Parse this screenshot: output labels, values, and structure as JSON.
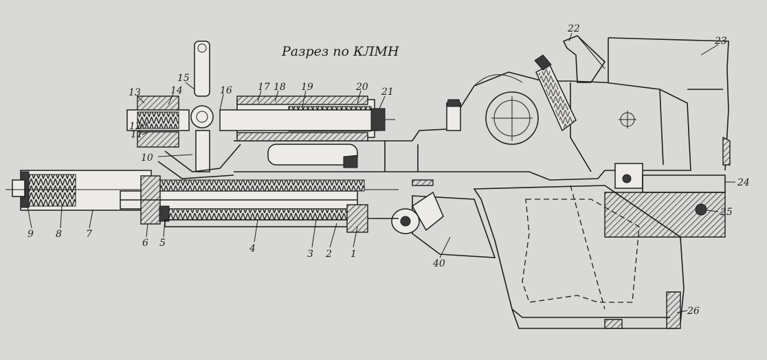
{
  "caption": "Разрез по КЛМН",
  "callouts": [
    {
      "id": "c1",
      "text": "1"
    },
    {
      "id": "c2",
      "text": "2"
    },
    {
      "id": "c3",
      "text": "3"
    },
    {
      "id": "c4",
      "text": "4"
    },
    {
      "id": "c5",
      "text": "5"
    },
    {
      "id": "c6",
      "text": "6"
    },
    {
      "id": "c7",
      "text": "7"
    },
    {
      "id": "c8",
      "text": "8"
    },
    {
      "id": "c9",
      "text": "9"
    },
    {
      "id": "c10",
      "text": "10"
    },
    {
      "id": "c11",
      "text": "11"
    },
    {
      "id": "c12",
      "text": "12"
    },
    {
      "id": "c13",
      "text": "13"
    },
    {
      "id": "c14",
      "text": "14"
    },
    {
      "id": "c15",
      "text": "15"
    },
    {
      "id": "c16",
      "text": "16"
    },
    {
      "id": "c17",
      "text": "17"
    },
    {
      "id": "c18",
      "text": "18"
    },
    {
      "id": "c19",
      "text": "19"
    },
    {
      "id": "c20",
      "text": "20"
    },
    {
      "id": "c21",
      "text": "21"
    },
    {
      "id": "c22",
      "text": "22"
    },
    {
      "id": "c23",
      "text": "23"
    },
    {
      "id": "c24",
      "text": "24"
    },
    {
      "id": "c25",
      "text": "25"
    },
    {
      "id": "c26",
      "text": "26"
    },
    {
      "id": "c40",
      "text": "40"
    }
  ]
}
